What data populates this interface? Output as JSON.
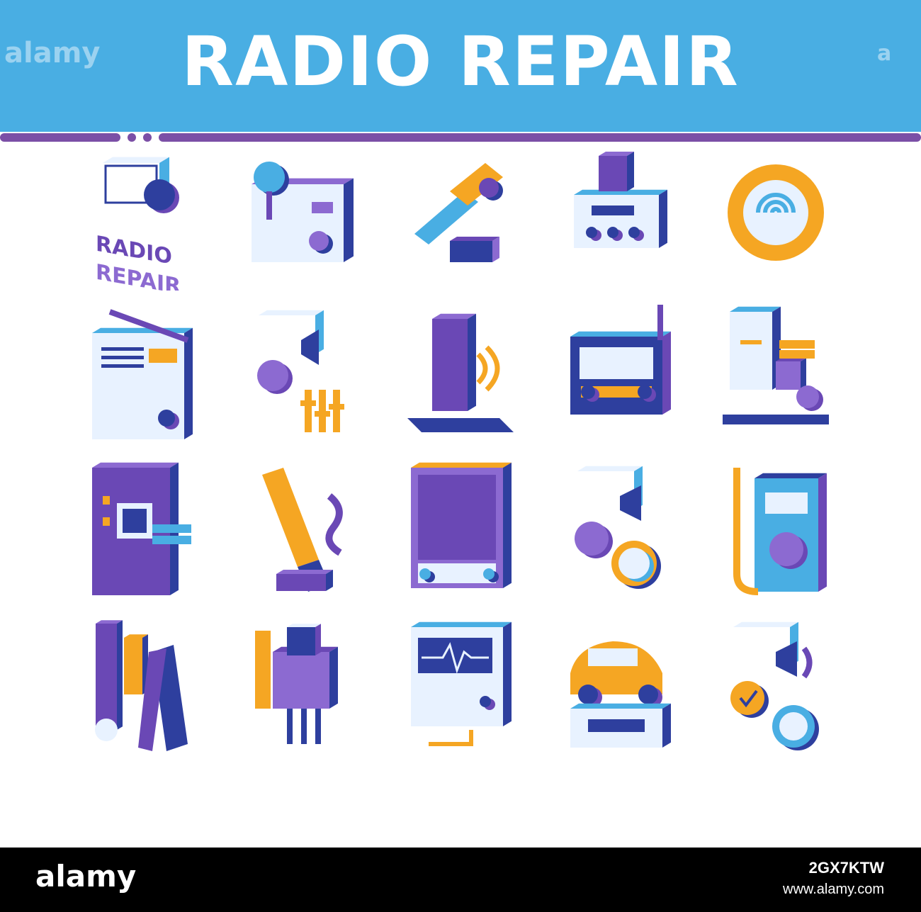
{
  "banner": {
    "title": "RADIO REPAIR",
    "watermark_left": "alamy",
    "watermark_right": "a",
    "background_color": "#49aee3",
    "stripe_color": "#7b4fa6"
  },
  "icons": [
    {
      "name": "radio-repair-lettering-icon",
      "label": "RADIO REPAIR"
    },
    {
      "name": "radio-magnifier-icon"
    },
    {
      "name": "soldering-iron-icon"
    },
    {
      "name": "car-radio-icon"
    },
    {
      "name": "gear-signal-icon"
    },
    {
      "name": "portable-radio-icon"
    },
    {
      "name": "speaker-equalizer-icon"
    },
    {
      "name": "radio-tower-icon"
    },
    {
      "name": "retro-radio-icon"
    },
    {
      "name": "radio-components-icon"
    },
    {
      "name": "circuit-board-icon"
    },
    {
      "name": "soldering-station-icon"
    },
    {
      "name": "speaker-grille-icon"
    },
    {
      "name": "speaker-repair-icon"
    },
    {
      "name": "multimeter-icon"
    },
    {
      "name": "tools-icon"
    },
    {
      "name": "transistor-icon"
    },
    {
      "name": "oscilloscope-icon"
    },
    {
      "name": "car-audio-icon"
    },
    {
      "name": "speaker-approved-icon"
    }
  ],
  "palette": {
    "blue": "#49aee3",
    "navy": "#2e3f9e",
    "purple": "#6a48b5",
    "violet": "#8c6ad1",
    "orange": "#f5a623",
    "cream": "#fdf3cf",
    "light": "#e8f2ff",
    "white": "#ffffff"
  },
  "footer": {
    "logo": "alamy",
    "image_id": "2GX7KTW",
    "site": "www.alamy.com"
  }
}
